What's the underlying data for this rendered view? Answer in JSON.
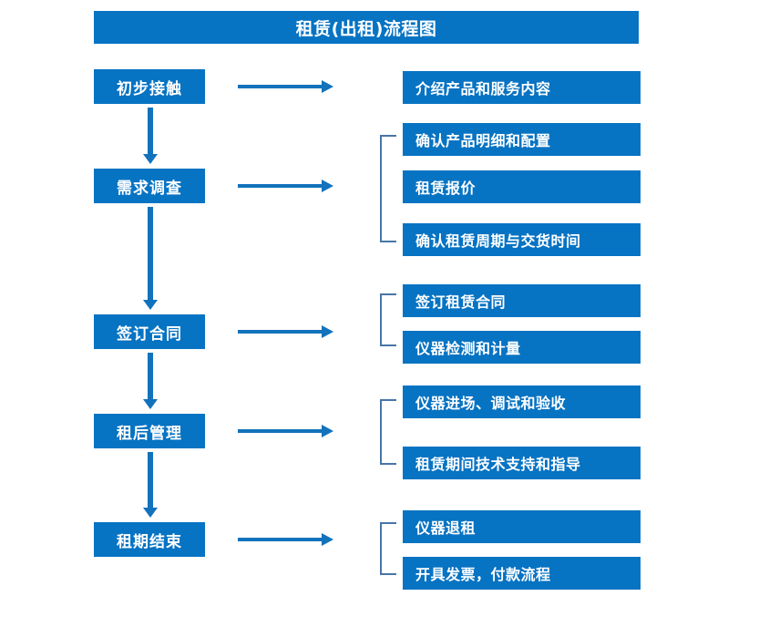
{
  "title": "租赁(出租)流程图",
  "colors": {
    "box_fill": "#0773C3",
    "box_text": "#FFFFFF",
    "arrow": "#1272BC",
    "bracket": "#4775A8",
    "background": "#FFFFFF"
  },
  "stages": [
    {
      "id": "stage-1",
      "label": "初步接触"
    },
    {
      "id": "stage-2",
      "label": "需求调查"
    },
    {
      "id": "stage-3",
      "label": "签订合同"
    },
    {
      "id": "stage-4",
      "label": "租后管理"
    },
    {
      "id": "stage-5",
      "label": "租期结束"
    }
  ],
  "details": [
    {
      "id": "detail-1",
      "label": "介绍产品和服务内容",
      "group": 1
    },
    {
      "id": "detail-2",
      "label": "确认产品明细和配置",
      "group": 2
    },
    {
      "id": "detail-3",
      "label": "租赁报价",
      "group": 2
    },
    {
      "id": "detail-4",
      "label": "确认租赁周期与交货时间",
      "group": 2
    },
    {
      "id": "detail-5",
      "label": "签订租赁合同",
      "group": 3
    },
    {
      "id": "detail-6",
      "label": "仪器检测和计量",
      "group": 3
    },
    {
      "id": "detail-7",
      "label": "仪器进场、调试和验收",
      "group": 4
    },
    {
      "id": "detail-8",
      "label": "租赁期间技术支持和指导",
      "group": 4
    },
    {
      "id": "detail-9",
      "label": "仪器退租",
      "group": 5
    },
    {
      "id": "detail-10",
      "label": "开具发票，付款流程",
      "group": 5
    }
  ]
}
